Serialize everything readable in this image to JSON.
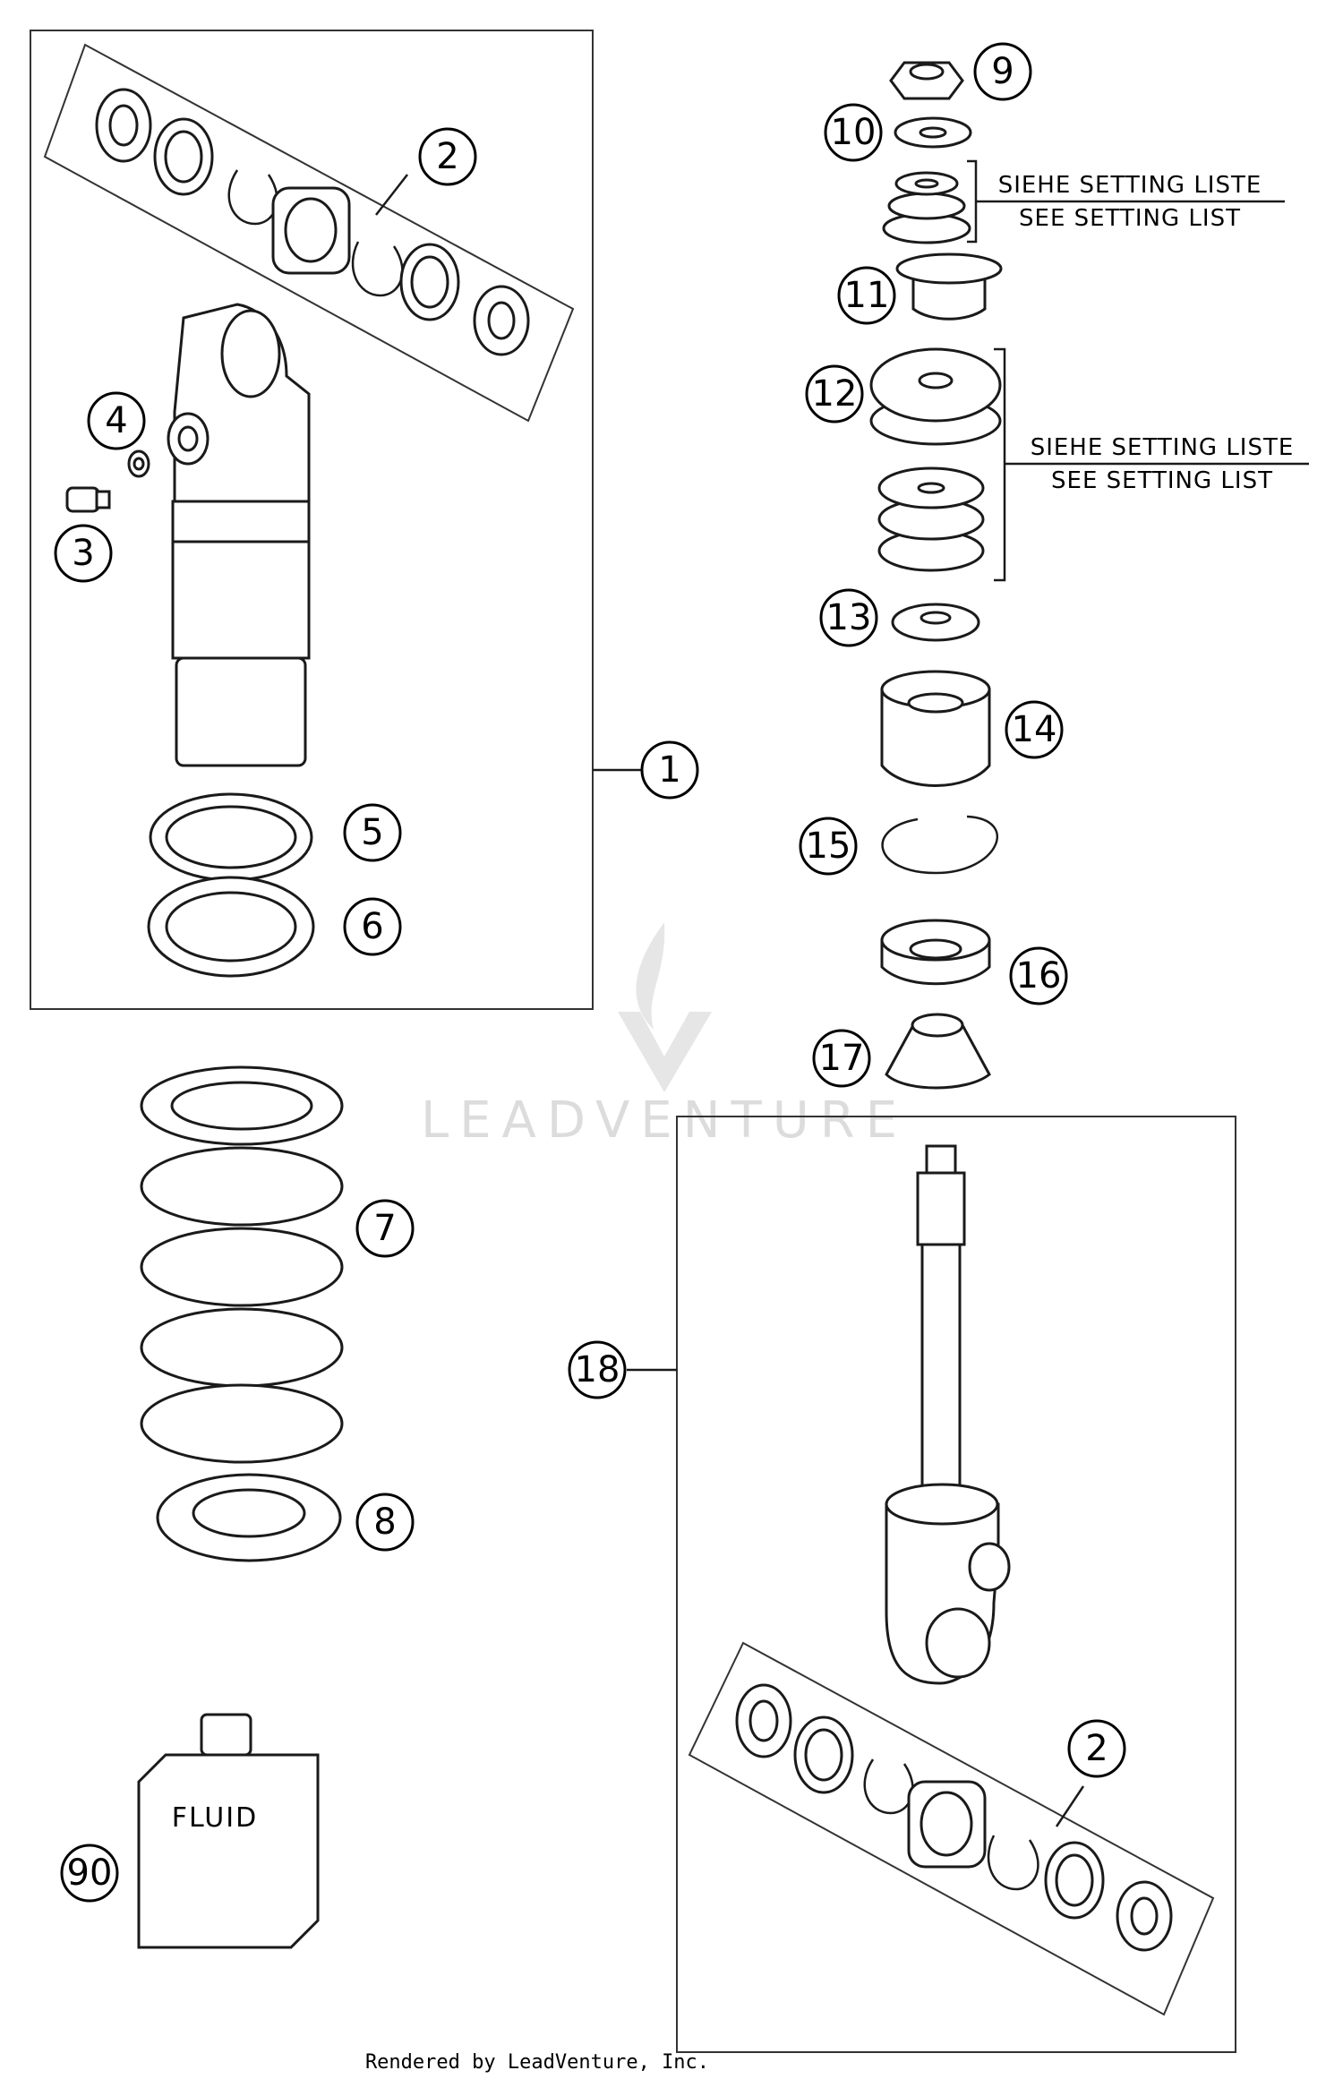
{
  "callouts": {
    "c1": "1",
    "c2a": "2",
    "c2b": "2",
    "c3": "3",
    "c4": "4",
    "c5": "5",
    "c6": "6",
    "c7": "7",
    "c8": "8",
    "c9": "9",
    "c10": "10",
    "c11": "11",
    "c12": "12",
    "c13": "13",
    "c14": "14",
    "c15": "15",
    "c16": "16",
    "c17": "17",
    "c18": "18",
    "c90": "90"
  },
  "notes": {
    "setting_list_1_de": "SIEHE SETTING LISTE",
    "setting_list_1_en": "SEE SETTING LIST",
    "setting_list_2_de": "SIEHE SETTING LISTE",
    "setting_list_2_en": "SEE SETTING LIST"
  },
  "fluid_label": "FLUID",
  "watermark": "LEADVENTURE",
  "footer": "Rendered by LeadVenture, Inc."
}
